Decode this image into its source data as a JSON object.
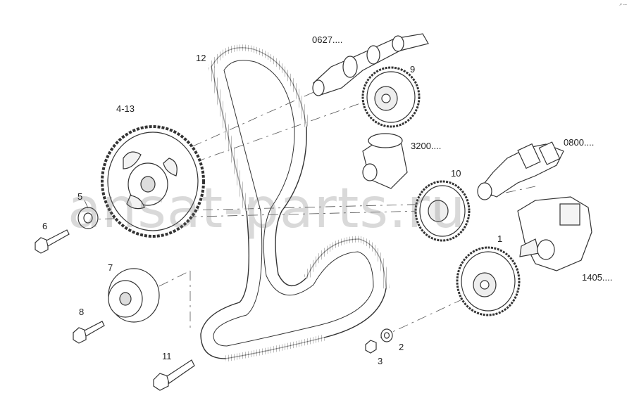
{
  "watermark": "ansat-parts.ru",
  "corner_tag": "↗ ---",
  "callouts": {
    "c0627": "0627....",
    "c12": "12",
    "c9": "9",
    "c4_13": "4-13",
    "c3200": "3200....",
    "c0800": "0800....",
    "c10": "10",
    "c5": "5",
    "c6": "6",
    "c1": "1",
    "c7": "7",
    "c1405": "1405....",
    "c8": "8",
    "c2": "2",
    "c3": "3",
    "c11": "11"
  },
  "colors": {
    "line": "#333333",
    "fill": "#ffffff",
    "shade": "#d9d9d9"
  }
}
